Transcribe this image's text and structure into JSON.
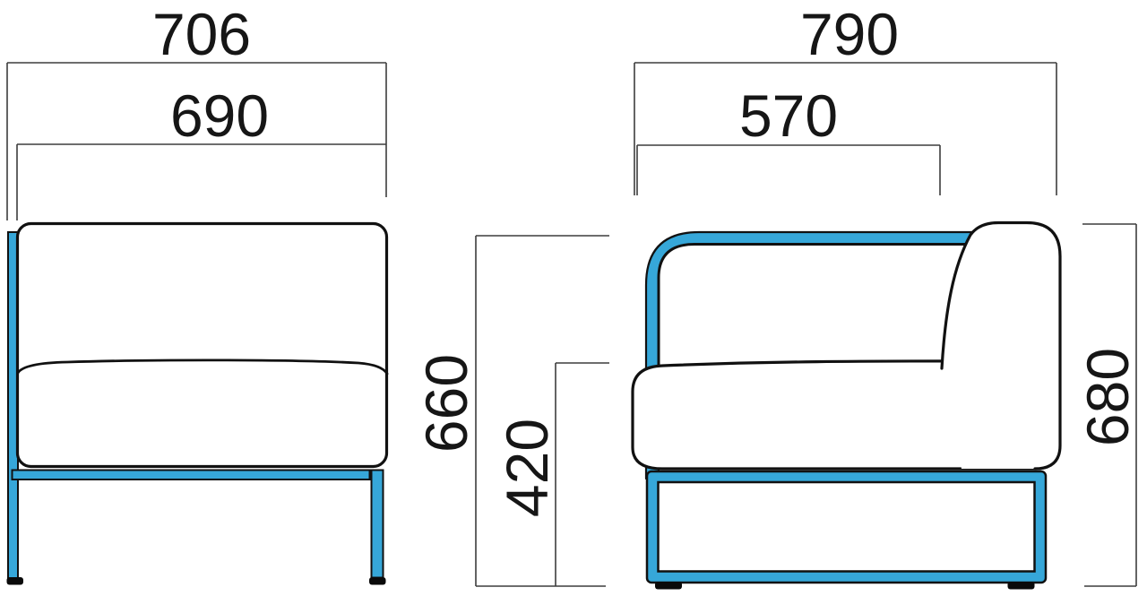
{
  "colors": {
    "frame_blue": "#36a7d9",
    "outline_black": "#111111",
    "cushion_white": "#ffffff",
    "dimension_gray": "#3d3d3d",
    "foot_black": "#0a0a0a",
    "background": "#ffffff"
  },
  "front_view": {
    "overall_width_mm": "706",
    "cushion_width_mm": "690"
  },
  "side_view": {
    "overall_depth_mm": "790",
    "seat_depth_mm": "570"
  },
  "heights": {
    "back_frame_mm": "660",
    "seat_mm": "420",
    "overall_mm": "680"
  }
}
